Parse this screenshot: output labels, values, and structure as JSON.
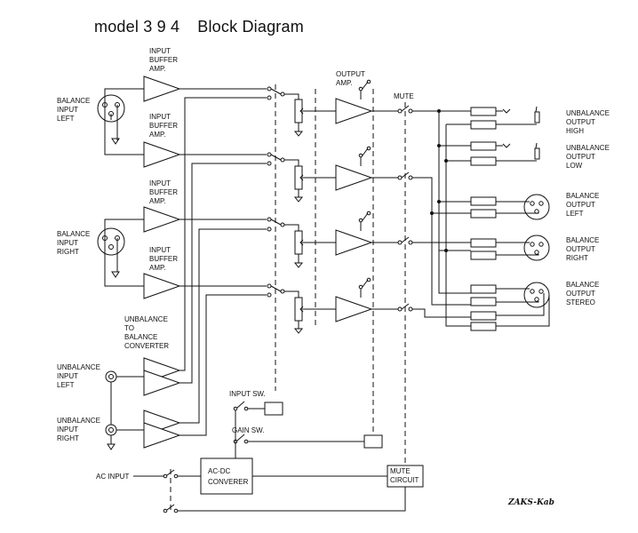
{
  "header": {
    "model_label": "model 3 9 4",
    "title": "Block Diagram"
  },
  "blocks": {
    "input_buffer_amp": [
      "INPUT",
      "BUFFER",
      "AMP."
    ],
    "output_amp": [
      "OUTPUT",
      "AMP."
    ],
    "mute": "MUTE",
    "unbalance_to_balance_converter": [
      "UNBALANCE",
      "TO",
      "BALANCE",
      "CONVERTER"
    ],
    "input_sw": "INPUT SW.",
    "gain_sw": "GAIN SW.",
    "ac_input": "AC INPUT",
    "ac_dc_converter": [
      "AC-DC",
      "CONVERER"
    ],
    "mute_circuit": [
      "MUTE",
      "CIRCUIT"
    ]
  },
  "inputs": {
    "balance_left": [
      "BALANCE",
      "INPUT",
      "LEFT"
    ],
    "balance_right": [
      "BALANCE",
      "INPUT",
      "RIGHT"
    ],
    "unbalance_left": [
      "UNBALANCE",
      "INPUT",
      "LEFT"
    ],
    "unbalance_right": [
      "UNBALANCE",
      "INPUT",
      "RIGHT"
    ]
  },
  "outputs": {
    "unbalance_high": [
      "UNBALANCE",
      "OUTPUT",
      "HIGH"
    ],
    "unbalance_low": [
      "UNBALANCE",
      "OUTPUT",
      "LOW"
    ],
    "balance_left": [
      "BALANCE",
      "OUTPUT",
      "LEFT"
    ],
    "balance_right": [
      "BALANCE",
      "OUTPUT",
      "RIGHT"
    ],
    "balance_stereo": [
      "BALANCE",
      "OUTPUT",
      "STEREO"
    ]
  },
  "signature": "ZAKS-Kab"
}
